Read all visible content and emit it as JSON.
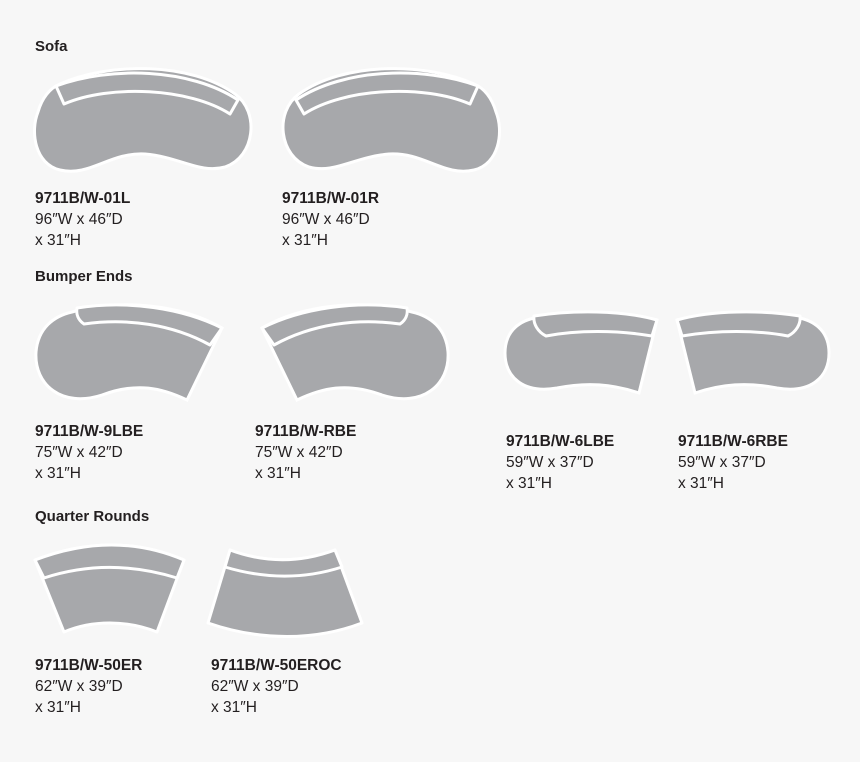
{
  "colors": {
    "background": "#f7f7f7",
    "piece_fill": "#a7a8ab",
    "piece_outline": "#ffffff",
    "text": "#231f20"
  },
  "sections": [
    {
      "title": "Sofa",
      "items": [
        {
          "code": "9711B/W-01L",
          "dims": "96″W x 46″D",
          "height": "x 31″H",
          "shape": "sofa-left"
        },
        {
          "code": "9711B/W-01R",
          "dims": "96″W x 46″D",
          "height": "x 31″H",
          "shape": "sofa-right"
        }
      ]
    },
    {
      "title": "Bumper Ends",
      "items": [
        {
          "code": "9711B/W-9LBE",
          "dims": "75″W x 42″D",
          "height": "x 31″H",
          "shape": "bumper-left-large"
        },
        {
          "code": "9711B/W-RBE",
          "dims": "75″W x 42″D",
          "height": "x 31″H",
          "shape": "bumper-right-large"
        },
        {
          "code": "9711B/W-6LBE",
          "dims": "59″W x 37″D",
          "height": "x 31″H",
          "shape": "bumper-left-small"
        },
        {
          "code": "9711B/W-6RBE",
          "dims": "59″W x 37″D",
          "height": "x 31″H",
          "shape": "bumper-right-small"
        }
      ]
    },
    {
      "title": "Quarter Rounds",
      "items": [
        {
          "code": "9711B/W-50ER",
          "dims": "62″W x 39″D",
          "height": "x 31″H",
          "shape": "quarter-round"
        },
        {
          "code": "9711B/W-50EROC",
          "dims": "62″W x 39″D",
          "height": "x 31″H",
          "shape": "quarter-round-inverted"
        }
      ]
    }
  ]
}
